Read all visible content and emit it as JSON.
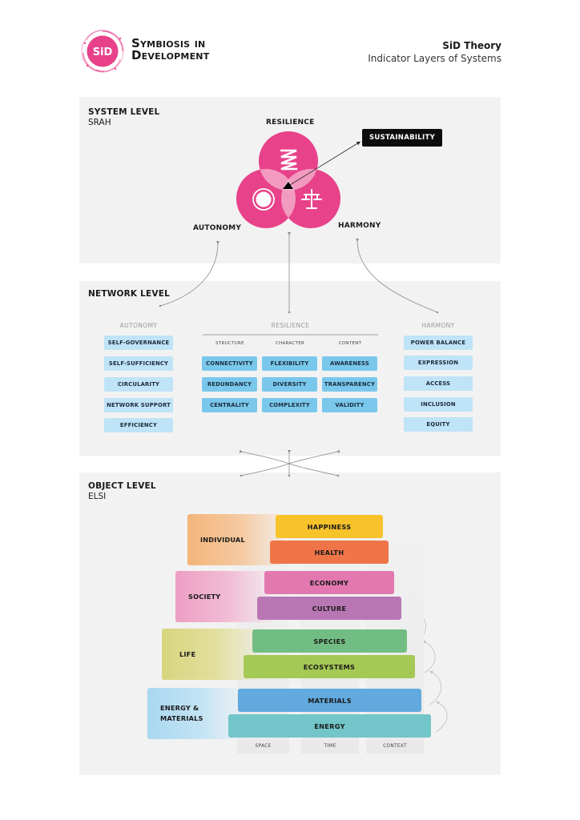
{
  "header": {
    "logo_mark": "SiD",
    "logo_line1": "Symbiosis in",
    "logo_line2": "Development",
    "title": "SiD Theory",
    "subtitle": "Indicator Layers of Systems"
  },
  "colors": {
    "brand_pink": "#e8418a",
    "panel_bg": "#f2f2f2",
    "chip_light": "#bfe3f7",
    "chip_mid": "#79c8ec",
    "sustainability_bg": "#0d0d0d"
  },
  "system_level": {
    "title": "SYSTEM LEVEL",
    "subtitle": "SRAH",
    "resilience": "RESILIENCE",
    "autonomy": "AUTONOMY",
    "harmony": "HARMONY",
    "sustainability": "SUSTAINABILITY",
    "icons": [
      "spring-icon",
      "target-circle-icon",
      "balance-scale-icon"
    ]
  },
  "network_level": {
    "title": "NETWORK LEVEL",
    "autonomy": {
      "heading": "AUTONOMY",
      "items": [
        "SELF-GOVERNANCE",
        "SELF-SUFFICIENCY",
        "CIRCULARITY",
        "NETWORK SUPPORT",
        "EFFICIENCY"
      ]
    },
    "resilience": {
      "heading": "RESILIENCE",
      "columns": [
        {
          "heading": "STRUCTURE",
          "items": [
            "CONNECTIVITY",
            "REDUNDANCY",
            "CENTRALITY"
          ]
        },
        {
          "heading": "CHARACTER",
          "items": [
            "FLEXIBILITY",
            "DIVERSITY",
            "COMPLEXITY"
          ]
        },
        {
          "heading": "CONTENT",
          "items": [
            "AWARENESS",
            "TRANSPARENCY",
            "VALIDITY"
          ]
        }
      ]
    },
    "harmony": {
      "heading": "HARMONY",
      "items": [
        "POWER BALANCE",
        "EXPRESSION",
        "ACCESS",
        "INCLUSION",
        "EQUITY"
      ]
    }
  },
  "object_level": {
    "title": "OBJECT LEVEL",
    "subtitle": "ELSI",
    "groups": [
      {
        "label": "INDIVIDUAL",
        "color": "#f3b57a",
        "layers": [
          {
            "label": "HAPPINESS",
            "color": "#f7c22a"
          },
          {
            "label": "HEALTH",
            "color": "#ef7549"
          }
        ]
      },
      {
        "label": "SOCIETY",
        "color": "#ec9fc3",
        "layers": [
          {
            "label": "ECONOMY",
            "color": "#e378b0"
          },
          {
            "label": "CULTURE",
            "color": "#b877b3"
          }
        ]
      },
      {
        "label": "LIFE",
        "color": "#d8d57e",
        "layers": [
          {
            "label": "SPECIES",
            "color": "#72bd83"
          },
          {
            "label": "ECOSYSTEMS",
            "color": "#a5c955"
          }
        ]
      },
      {
        "label_line1": "ENERGY &",
        "label_line2": "MATERIALS",
        "color": "#a9d8f0",
        "layers": [
          {
            "label": "MATERIALS",
            "color": "#61a9de"
          },
          {
            "label": "ENERGY",
            "color": "#72c5c9"
          }
        ]
      }
    ],
    "axes": [
      "SPACE",
      "TIME",
      "CONTEXT"
    ]
  }
}
